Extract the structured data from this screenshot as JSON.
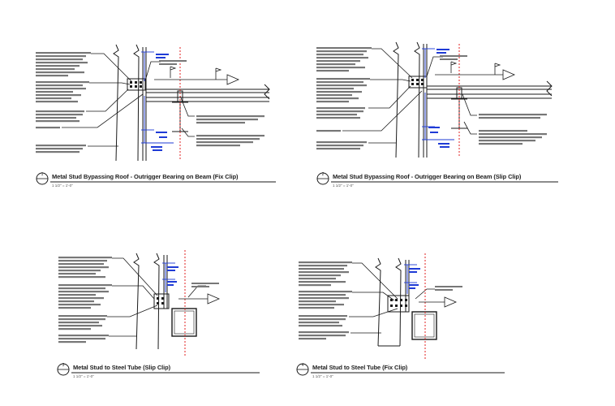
{
  "details": [
    {
      "number": "1",
      "title": "Metal Stud Bypassing Roof - Outrigger Bearing on Beam (Fix Clip)",
      "scale": "1 1/2\" = 1'-0\""
    },
    {
      "number": "2",
      "title": "Metal Stud Bypassing Roof - Outrigger Bearing on Beam (Slip Clip)",
      "scale": "1 1/2\" = 1'-0\""
    },
    {
      "number": "3",
      "title": "Metal Stud to Steel Tube (Slip Clip)",
      "scale": "1 1/2\" = 1'-0\""
    },
    {
      "number": "4",
      "title": "Metal Stud to Steel Tube (Fix Clip)",
      "scale": "1 1/2\" = 1'-0\""
    }
  ],
  "colors": {
    "line": "#1a1a1a",
    "dimension": "#1f3bd6",
    "gridline": "#e02020",
    "note_text": "#6a6a6a"
  }
}
